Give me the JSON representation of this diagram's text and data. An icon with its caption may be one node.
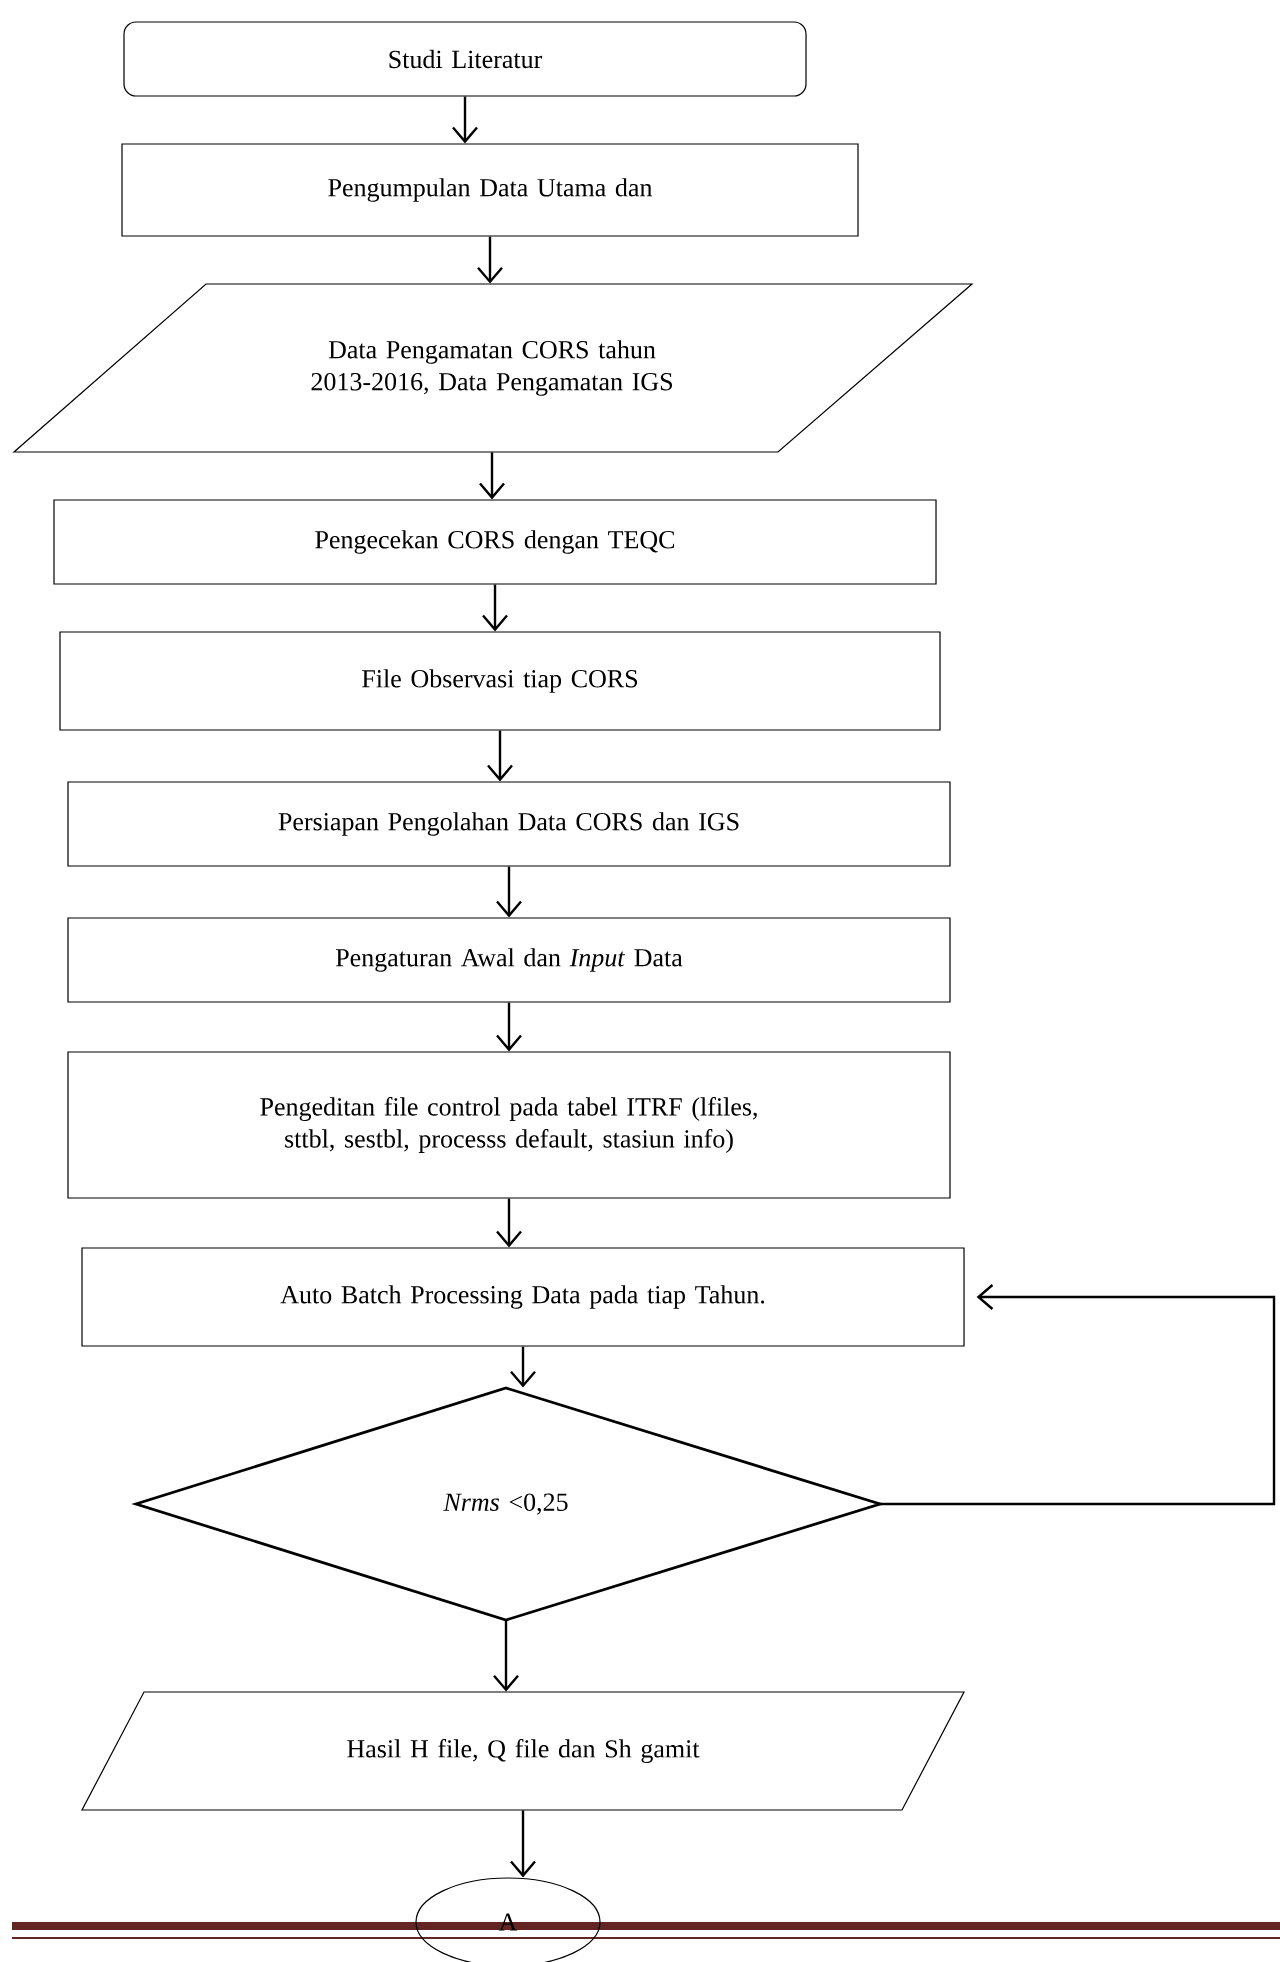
{
  "diagram": {
    "nodes": [
      {
        "text": [
          "Studi Literatur"
        ]
      },
      {
        "text": [
          "Pengumpulan Data Utama dan"
        ]
      },
      {
        "text": [
          "Data Pengamatan CORS tahun 2013-2016, Data Pengamatan IGS"
        ]
      },
      {
        "text": [
          "Pengecekan  CORS dengan TEQC"
        ]
      },
      {
        "text": [
          "File Observasi tiap CORS"
        ]
      },
      {
        "text": [
          "Persiapan Pengolahan Data CORS dan IGS"
        ]
      },
      {
        "text": [
          "Pengaturan Awal dan *Input* Data"
        ]
      },
      {
        "text": [
          "Pengeditan  file control pada tabel ITRF (lfiles, sttbl, sestbl, processs default, stasiun info)"
        ]
      },
      {
        "text": [
          "Auto Batch Processing Data pada tiap Tahun."
        ]
      },
      {
        "text": [
          "*Nrms* <0,25"
        ]
      },
      {
        "text": [
          "Hasil H file, Q file dan Sh gamit"
        ]
      },
      {
        "text": [
          "A"
        ]
      }
    ],
    "edges": [
      {
        "from": 0,
        "to": 1,
        "arrow": "to"
      },
      {
        "from": 1,
        "to": 2,
        "arrow": "to"
      },
      {
        "from": 2,
        "to": 3,
        "arrow": "to"
      },
      {
        "from": 3,
        "to": 4,
        "arrow": "to"
      },
      {
        "from": 4,
        "to": 5,
        "arrow": "to"
      },
      {
        "from": 5,
        "to": 6,
        "arrow": "to"
      },
      {
        "from": 6,
        "to": 7,
        "arrow": "to"
      },
      {
        "from": 7,
        "to": 8,
        "arrow": "to"
      },
      {
        "from": 8,
        "to": 9,
        "arrow": "to"
      },
      {
        "from": 9,
        "to": 10,
        "arrow": "to"
      },
      {
        "from": 10,
        "to": 11,
        "arrow": "to"
      },
      {
        "from": 9,
        "to": 8,
        "arrow": "to"
      }
    ]
  }
}
